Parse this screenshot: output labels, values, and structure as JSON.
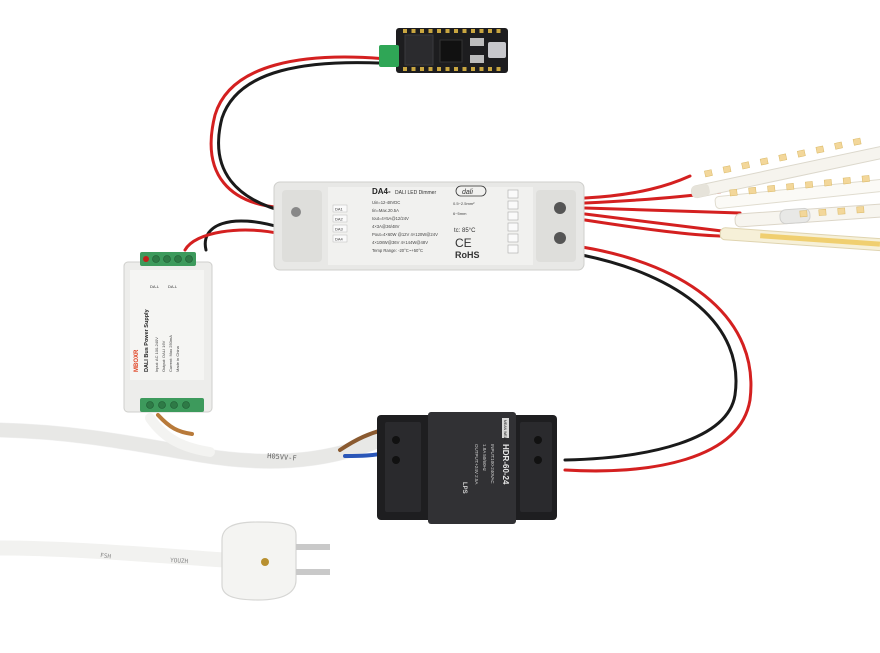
{
  "dimmer": {
    "model": "DA4-",
    "title": "DALI LED Dimmer",
    "dali_logo": "dali",
    "specs": [
      "Uin=12-48VDC",
      "Iin=Max.20.5A",
      "Iout=4×5A@12/24V",
      "4×3A@36/48V",
      "Pout=4×60W @12V  4×120W@24V",
      "4×108W@36V  4×144W@48V",
      "Temp Range: -20°C~+50°C"
    ],
    "channels": [
      "DA1",
      "DA2",
      "DA3",
      "DA4"
    ],
    "wire_spec": [
      "0.5~2.5mm²",
      "6~5mm"
    ],
    "tc": "tc: 85°C",
    "ce": "CE",
    "rohs": "RoHS"
  },
  "psu": {
    "brand_badge": "MEAN WELL",
    "model": "HDR-60-24",
    "lines": [
      "INPUT:100-240VAC",
      "1.8A 50/60Hz",
      "OUTPUT:+24V 2.5A"
    ],
    "lps": "LPS"
  },
  "dali_psu": {
    "brand": "MBOXR",
    "title": "DALI Bus Power Supply",
    "specs": [
      "Input: AC 100-240V",
      "Output: DALI 16V",
      "Current: Max 250mA",
      "Made in China"
    ],
    "terminals": [
      "DA-L",
      "DA-L"
    ]
  },
  "cable_prints": {
    "main": "H05VV-F",
    "plug_cable_a": "YOUZH",
    "plug_cable_b": "FSH"
  },
  "colors": {
    "background": "#ffffff",
    "red_wire": "#d42020",
    "black_wire": "#1a1a1a",
    "module_body": "#ececea",
    "psu_body": "#262628",
    "terminal_green": "#3d9a5c"
  }
}
